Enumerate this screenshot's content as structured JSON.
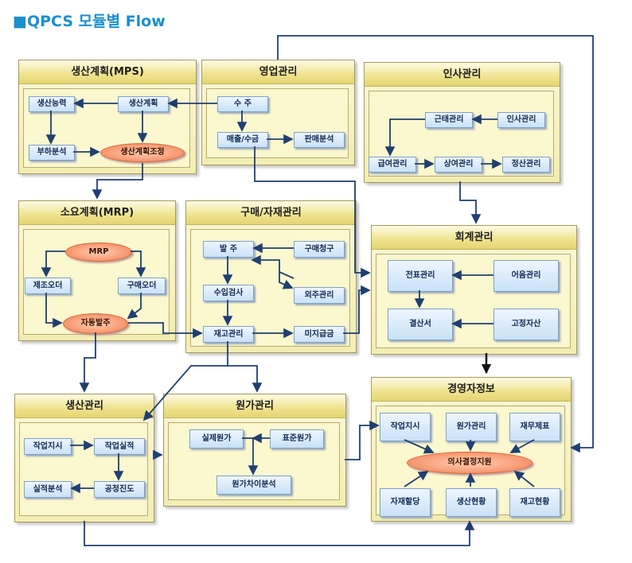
{
  "title": "■QPCS 모듈별 Flow",
  "colors": {
    "title": "#1a8fd0",
    "arrow": "#1f3f70",
    "module_bg": "#f5efbd",
    "node_bg": "#c9e1f7",
    "oval_bg": "#f07b4c"
  },
  "modules": {
    "mps": {
      "title": "생산계획(MPS)",
      "nodes": {
        "capacity": "생산능력",
        "plan": "생산계획",
        "load": "부하분석",
        "adjust": "생산계획조정"
      }
    },
    "sales": {
      "title": "영업관리",
      "nodes": {
        "order": "수 주",
        "sales_collect": "매출/수금",
        "sales_analysis": "판매분석"
      }
    },
    "hr": {
      "title": "인사관리",
      "nodes": {
        "attendance": "근태관리",
        "personnel": "인사관리",
        "payroll": "급여관리",
        "bonus": "상여관리",
        "settlement": "정산관리"
      }
    },
    "mrp": {
      "title": "소요계획(MRP)",
      "nodes": {
        "mrp": "MRP",
        "mfg_order": "제조오더",
        "purchase_order": "구매오더",
        "auto_order": "자동발주"
      }
    },
    "purchase": {
      "title": "구매/자재관리",
      "nodes": {
        "po": "발 주",
        "request": "구매청구",
        "inspection": "수입검사",
        "outsourcing": "외주관리",
        "inventory": "재고관리",
        "unpaid": "미지급금"
      }
    },
    "accounting": {
      "title": "회계관리",
      "nodes": {
        "voucher": "전표관리",
        "bill": "어음관리",
        "closing": "결산서",
        "fixed_asset": "고정자산"
      }
    },
    "production": {
      "title": "생산관리",
      "nodes": {
        "work_instruction": "작업지시",
        "work_result": "작업실적",
        "result_analysis": "실적분석",
        "process_progress": "공정진도"
      }
    },
    "cost": {
      "title": "원가관리",
      "nodes": {
        "actual_cost": "실제원가",
        "standard_cost": "표준원가",
        "variance": "원가차이분석"
      }
    },
    "mis": {
      "title": "경영자정보",
      "nodes": {
        "work_instruction": "작업지시",
        "cost_mgmt": "원가관리",
        "financial": "재무제표",
        "decision": "의사결정지원",
        "fund": "자재할당",
        "production_status": "생산현황",
        "stock_status": "재고현황"
      }
    }
  }
}
